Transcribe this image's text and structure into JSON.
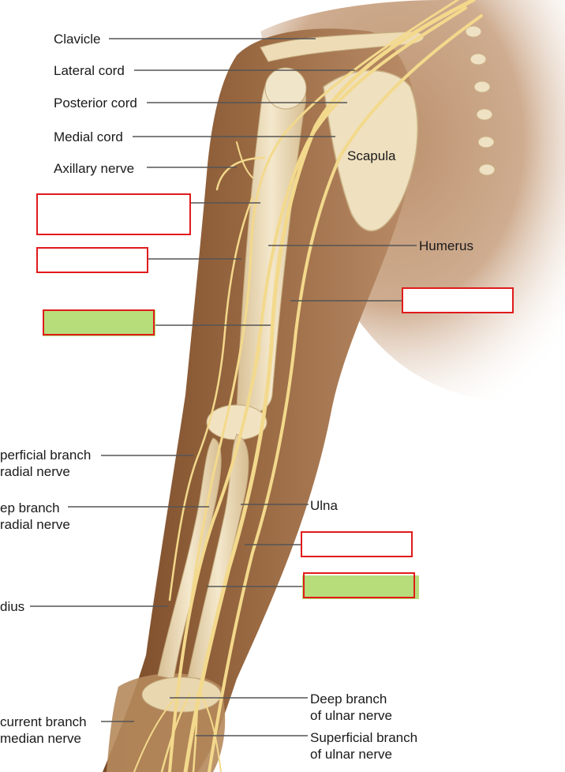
{
  "labels": {
    "clavicle": "Clavicle",
    "lateral_cord": "Lateral cord",
    "posterior_cord": "Posterior cord",
    "medial_cord": "Medial cord",
    "axillary_nerve": "Axillary nerve",
    "scapula": "Scapula",
    "humerus": "Humerus",
    "superficial_radial": "perficial branch\nradial nerve",
    "deep_radial": "ep branch\nradial nerve",
    "ulna": "Ulna",
    "radius": "dius",
    "recurrent_median": "current branch\nmedian nerve",
    "deep_ulnar": "Deep branch\nof ulnar nerve",
    "superficial_ulnar": "Superficial branch\nof ulnar nerve"
  },
  "colors": {
    "answer_box_border": "#e01b1b",
    "highlight_fill": "#b6dd7a",
    "nerve": "#f3d98c",
    "skin": "#8a5a35",
    "bone": "#ead9b4",
    "leader_line": "#555555"
  }
}
